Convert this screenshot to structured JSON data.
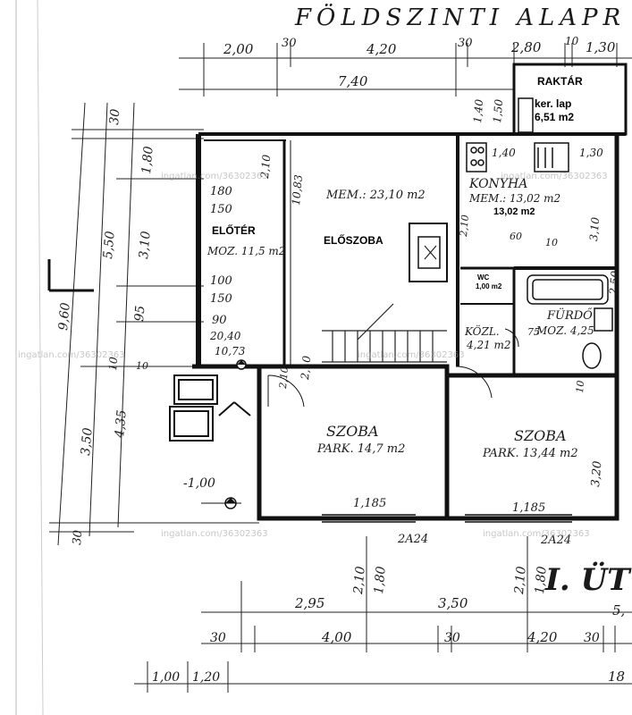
{
  "title": "FÖLDSZINTI ALAPR",
  "rooms": {
    "raktar": {
      "name": "RAKTÁR",
      "note": "ker. lap",
      "area": "6,51 m2"
    },
    "eloter": {
      "name": "ELŐTÉR"
    },
    "eloszoba": {
      "name": "ELŐSZOBA"
    },
    "konyha": {
      "name": "KONYHA",
      "area": "13,02 m2"
    },
    "wc": {
      "name": "WC",
      "area": "1,00 m2"
    },
    "szoba1": {
      "name": "SZOBA"
    },
    "szoba2": {
      "name": "SZOBA"
    },
    "furdo": {
      "name": "FÜRDŐ"
    }
  },
  "handwritten": {
    "eloszoba_area": "MEM.: 23,10 m2",
    "konyha_label": "KONYHA",
    "konyha_area": "MEM.: 13,02 m2",
    "szoba1_name": "SZOBA",
    "szoba1_area": "PARK. 14,7 m2",
    "szoba2_name": "SZOBA",
    "szoba2_area": "PARK. 13,44 m2",
    "furdo_name": "FÜRDŐ",
    "furdo_area": "MOZ. 4,25",
    "kozl_name": "KÖZL.",
    "kozl_area": "4,21 m2",
    "eloter_area": "MOZ. 11,5 m2",
    "eloter_s1": "180",
    "eloter_s2": "150",
    "eloter_s3": "100",
    "eloter_s4": "150",
    "eloter_s5": "90",
    "eloter_s6": "20,40",
    "level_1": "10,73",
    "level_2": "-1,00",
    "door_h1": "2,10",
    "door_h2": "10,83",
    "door_h3": "2,10",
    "win_w1": "1,185",
    "win_w2": "1,185",
    "sill_1": "2A24",
    "sill_2": "2A24",
    "win_h1a": "2,10",
    "win_h1b": "1,80",
    "win_h2a": "2,10",
    "win_h2b": "1,80",
    "right_v1": "3,20",
    "right_v2": "3,10",
    "right_v3": "2,50",
    "konyha_sub": "1,40",
    "konyha_sub2": "1,30",
    "misc_60": "60",
    "misc_10": "10",
    "misc_75": "75",
    "misc_10b": "10",
    "misc_10c": "10",
    "misc_90": "90",
    "misc_210": "2,10",
    "misc_2020": "2,10"
  },
  "dims": {
    "top_row1": [
      "2,00",
      "30",
      "4,20",
      "30",
      "2,80",
      "10",
      "1,30"
    ],
    "top_row2": "7,40",
    "raktar_v": [
      "1,40",
      "1,50"
    ],
    "left_col1": [
      "30",
      "1,80",
      "3,10",
      "95",
      "10",
      "3,50",
      "30"
    ],
    "left_col2": [
      "5,50",
      "4,35"
    ],
    "left_col3": "9,60",
    "bottom_row1": [
      "2,95",
      "3,50",
      "5,"
    ],
    "bottom_row2": [
      "30",
      "4,00",
      "30",
      "4,20",
      "30"
    ],
    "bottom_row3": [
      "1,00",
      "1,20",
      "18"
    ]
  },
  "section_label": "I. ÜT",
  "watermark": "ingatlan.com/36302363",
  "marker": "L"
}
